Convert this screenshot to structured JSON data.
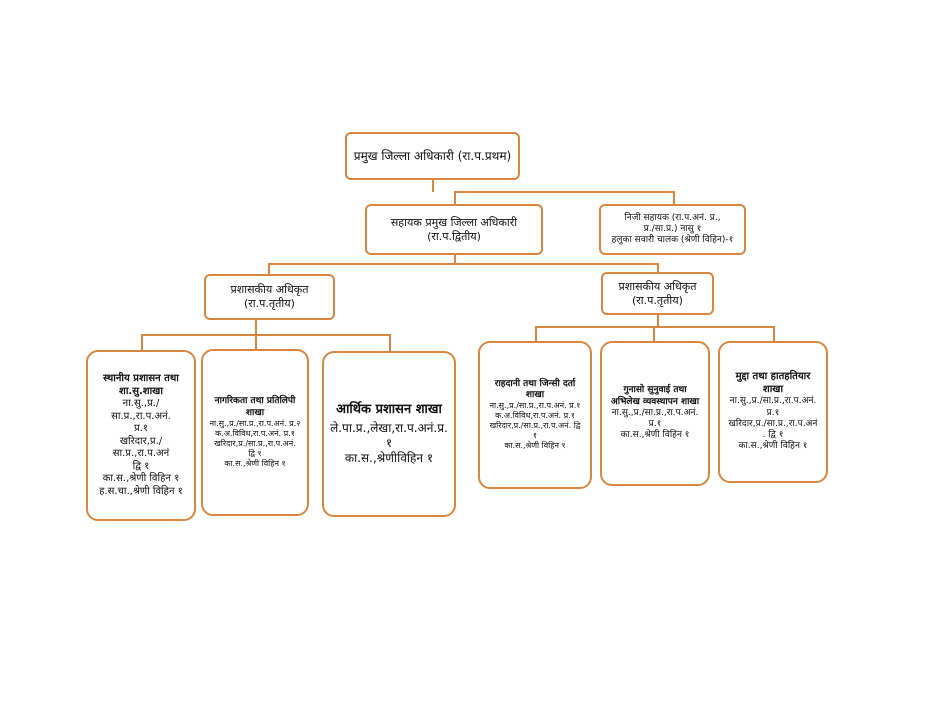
{
  "root": {
    "title": "प्रमुख जिल्ला अधिकारी (रा.प.प्रथम)"
  },
  "assistant": {
    "line1": "सहायक प्रमुख जिल्ला अधिकारी",
    "line2": "(रा.प.द्वितीय)"
  },
  "personal": {
    "line1": "निजी सहायक (रा.प.अनं. प्र.,",
    "line2": "प्र./सा.प्र.) नासु १",
    "line3": "हलुका सवारी चालक (श्रेणी विहिन)-१"
  },
  "officer_left": {
    "line1": "प्रशासकीय अधिकृत",
    "line2": "(रा.प.तृतीय)"
  },
  "officer_right": {
    "line1": "प्रशासकीय अधिकृत",
    "line2": "(रा.प.तृतीय)"
  },
  "branches": {
    "local": {
      "title1": "स्थानीय प्रशासन तथा",
      "title2": "शा.सु.शाखा",
      "items": [
        "ना.सु.,प्र./सा.प्र.,रा.प.अनं.",
        "प्र.१",
        "खरिदार,प्र./सा.प्र.,रा.प.अनं",
        "द्वि १",
        "का.स.,श्रेणी विहिन १",
        "ह.स.चा.,श्रेणी विहिन १"
      ]
    },
    "citizenship": {
      "title1": "नागरिकता तथा प्रतिलिपी",
      "title2": "शाखा",
      "items": [
        "ना.सु.,प्र./सा.प्र.,रा.प.अनं. प्र.२",
        "क.अ.विविध,रा.प.अनं. प्र.१",
        "खरिदार,प्र./सा.प्र.,रा.प.अनं.",
        "द्वि १",
        "का.स.,श्रेणी विहिन १"
      ]
    },
    "finance": {
      "title1": "आर्थिक प्रशासन शाखा",
      "items": [
        "ले.पा.प्र.,लेखा,रा.प.अनं.प्र.",
        "१",
        "का.स.,श्रेणीविहिन १"
      ]
    },
    "passport": {
      "title1": "राहदानी तथा जिन्सी दर्ता",
      "title2": "शाखा",
      "items": [
        "ना.सु.,प्र./सा.प्र.,रा.प.अनं. प्र.१",
        "क.अ.विविध,रा.प.अनं. प्र.१",
        "खरिदार,प्र./सा.प्र.,रा.प.अनं. द्वि",
        "१",
        "का.स.,श्रेणी विहिन १"
      ]
    },
    "grievance": {
      "title1": "गुनासो सुनुवाई तथा",
      "title2": "अभिलेख व्यवस्थापन शाखा",
      "items": [
        "ना.सु.,प्र./सा.प्र.,रा.प.अनं.",
        "प्र.१",
        "का.स.,श्रेणी विहिन १"
      ]
    },
    "arms": {
      "title1": "मुद्दा तथा हातहतियार",
      "title2": "शाखा",
      "items": [
        "ना.सु.,प्र./सा.प्र.,रा.प.अनं.",
        "प्र.१",
        "खरिदार,प्र./सा.प्र.,रा.प.अनं",
        ". द्वि १",
        "का.स.,श्रेणी विहिन १"
      ]
    }
  },
  "colors": {
    "border": "#d9873f"
  }
}
